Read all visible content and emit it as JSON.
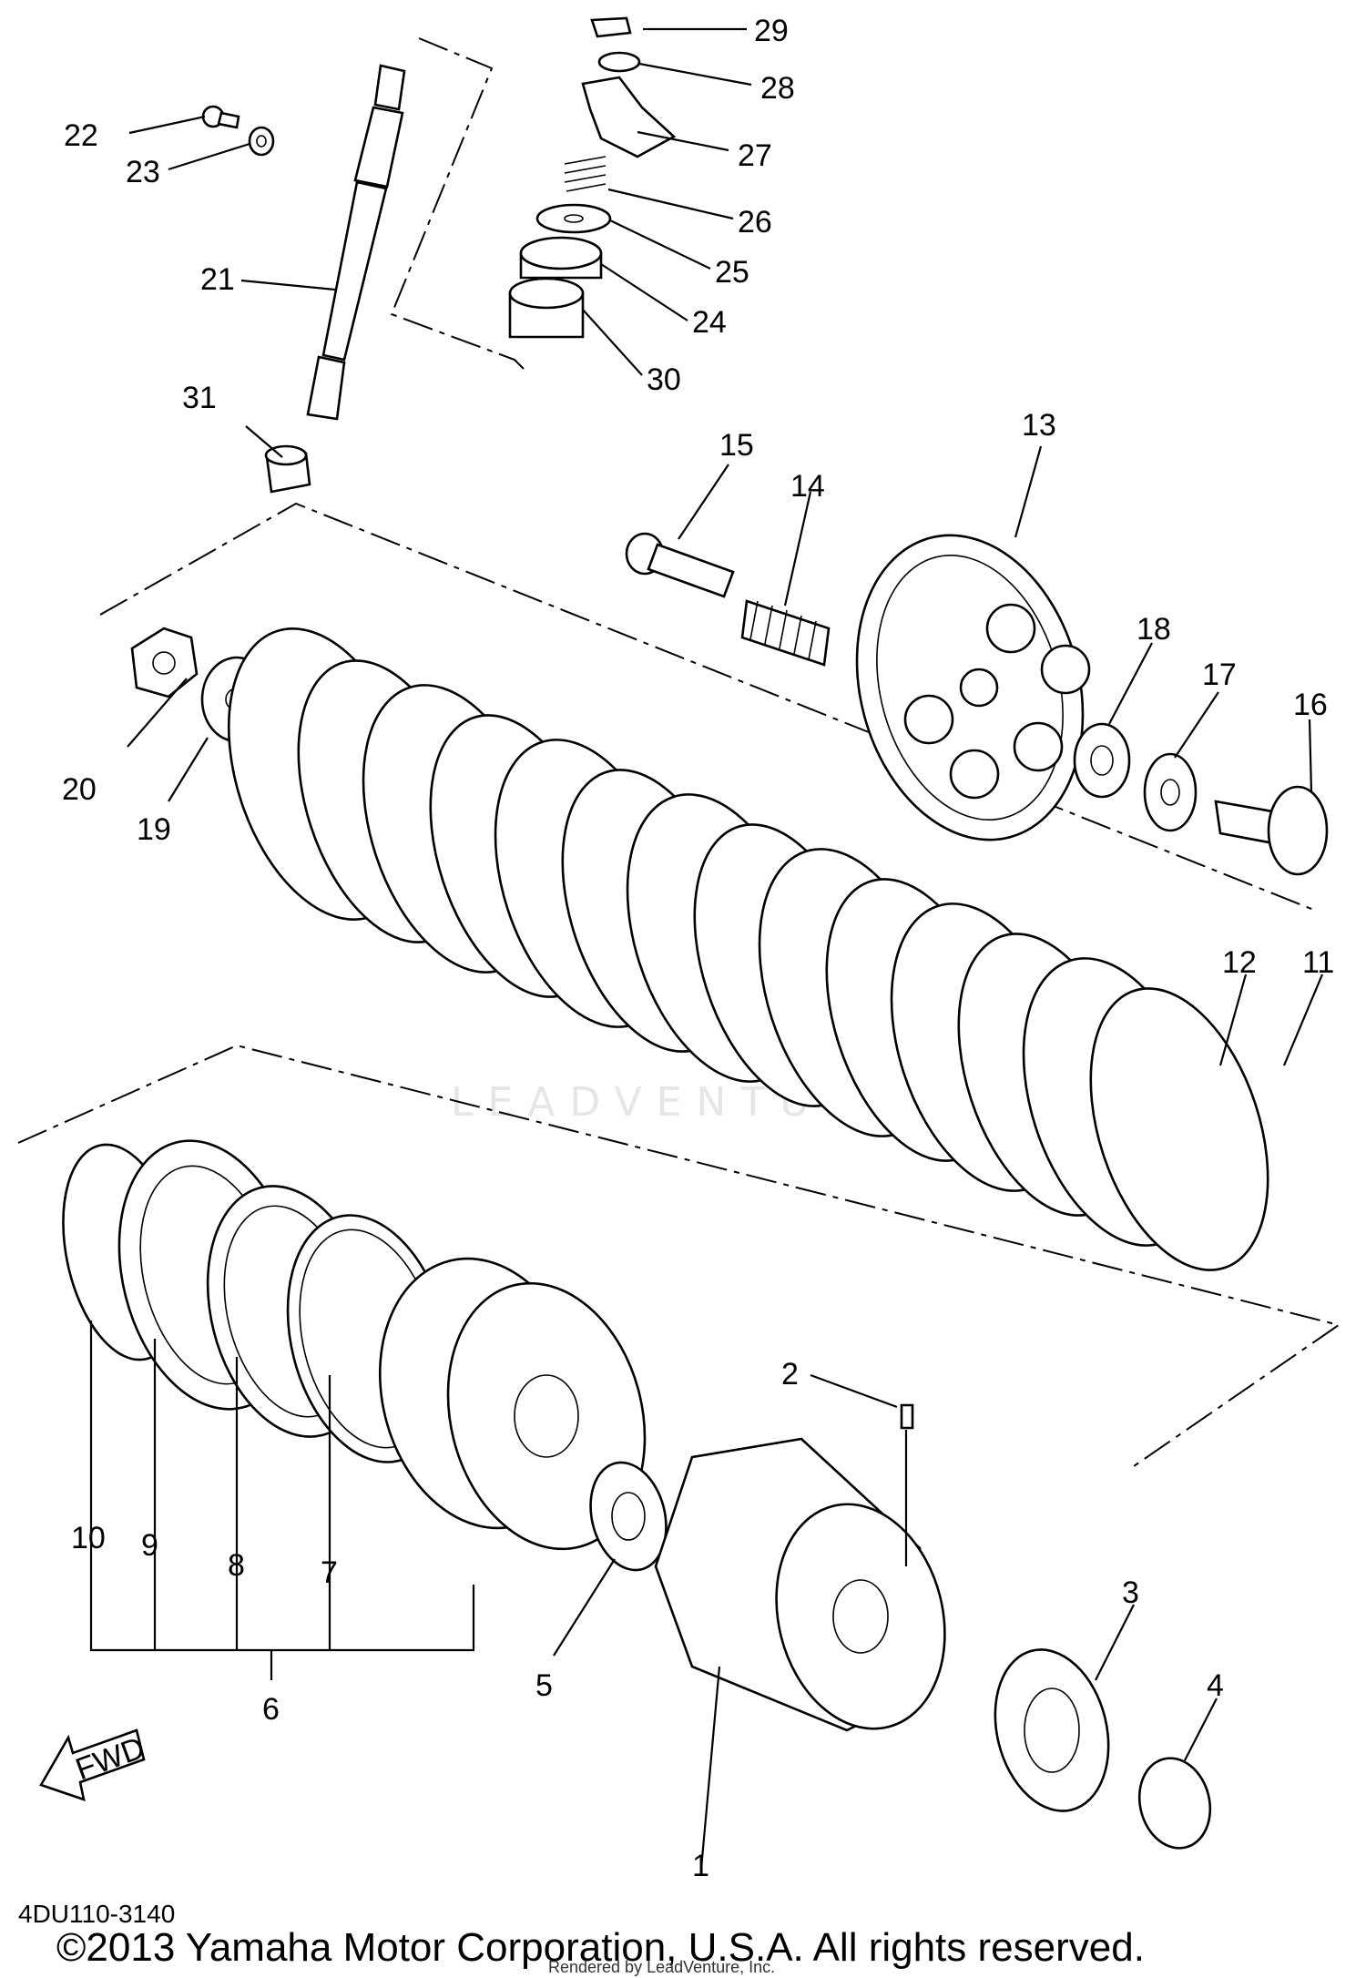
{
  "diagram": {
    "callouts": [
      "1",
      "2",
      "3",
      "4",
      "5",
      "6",
      "7",
      "8",
      "9",
      "10",
      "11",
      "12",
      "13",
      "14",
      "15",
      "16",
      "17",
      "18",
      "19",
      "20",
      "21",
      "22",
      "23",
      "24",
      "25",
      "26",
      "27",
      "28",
      "29",
      "30",
      "31"
    ],
    "fwd_label": "FWD",
    "watermark": "LEADVENTURE",
    "diagram_code": "4DU110-3140",
    "copyright": "©2013 Yamaha Motor Corporation, U.S.A. All rights reserved.",
    "rendered_by": "Rendered by LeadVenture, Inc."
  }
}
